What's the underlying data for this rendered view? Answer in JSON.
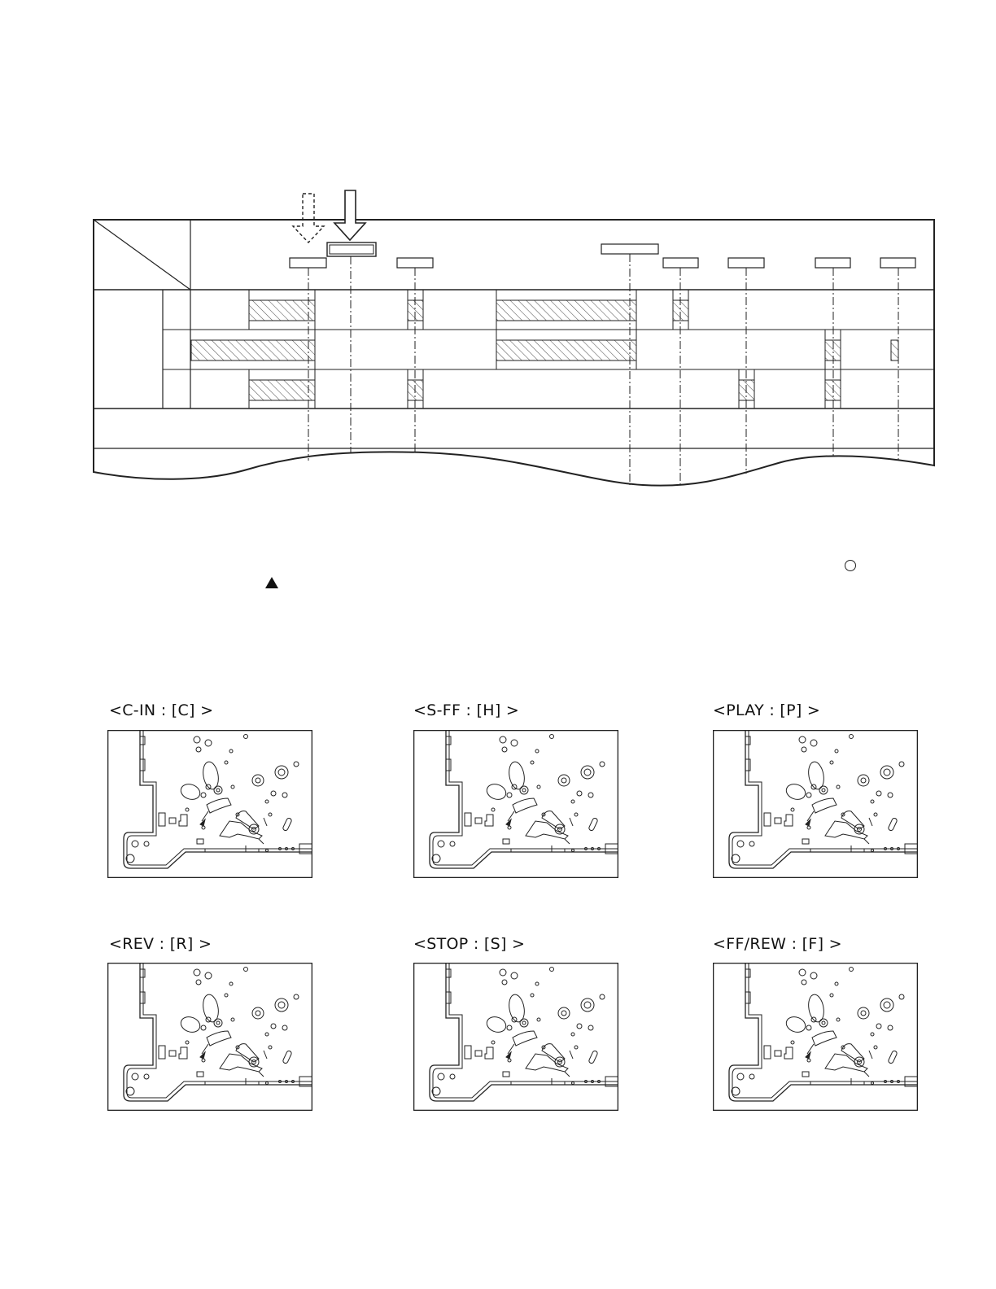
{
  "timing_chart": {
    "rows": 3,
    "positions": [
      {
        "hatch": [
          [
            0.3,
            0.7
          ],
          [
            0.0,
            0.7
          ],
          [
            0.3,
            0.7
          ]
        ]
      }
    ]
  },
  "legend": {
    "circle_icon": "circle-icon",
    "triangle_icon": "triangle-icon"
  },
  "modes": [
    {
      "label": "<C-IN : [C] >"
    },
    {
      "label": "<S-FF : [H] >"
    },
    {
      "label": "<PLAY : [P] >"
    },
    {
      "label": "<REV : [R] >"
    },
    {
      "label": "<STOP : [S] >"
    },
    {
      "label": "<FF/REW : [F] >"
    }
  ],
  "colors": {
    "line": "#222222",
    "hatch": "#555555",
    "paper": "#ffffff"
  }
}
